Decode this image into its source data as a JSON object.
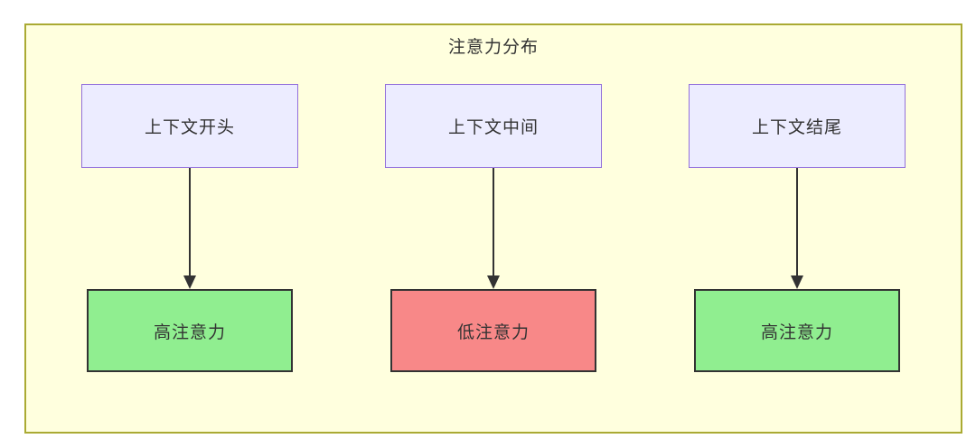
{
  "diagram": {
    "title": "注意力分布",
    "columns": [
      {
        "source": "上下文开头",
        "result": "高注意力",
        "attention": "high"
      },
      {
        "source": "上下文中间",
        "result": "低注意力",
        "attention": "low"
      },
      {
        "source": "上下文结尾",
        "result": "高注意力",
        "attention": "high"
      }
    ],
    "colors": {
      "canvas_background": "#ffffff",
      "container_fill": "#ffffde",
      "container_border": "#aaaa33",
      "source_node_fill": "#ececff",
      "source_node_border": "#9370db",
      "high_attention_fill": "#90ee90",
      "low_attention_fill": "#f88888",
      "result_node_border": "#333333",
      "arrow_color": "#333333",
      "text_color": "#333333"
    }
  }
}
